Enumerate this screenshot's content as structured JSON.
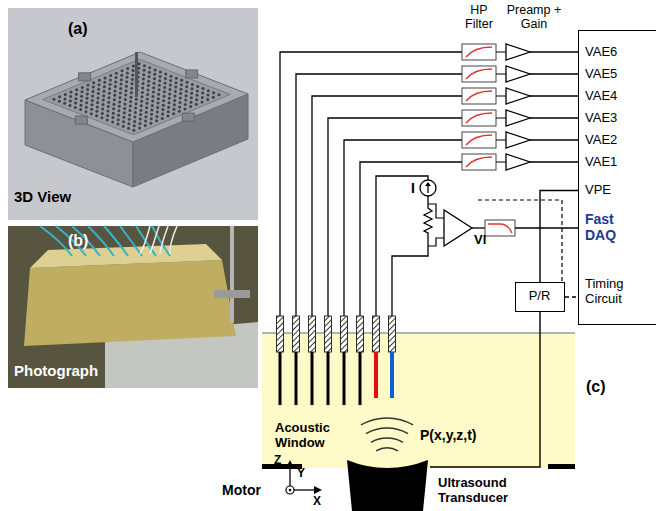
{
  "diagram": {
    "nodes": [
      {
        "text": [
          "VAE6",
          "VAE5",
          "VAE4",
          "VAE3",
          "VAE2",
          "VAE1",
          "VPE",
          "Fast DAQ",
          "Timing Circuit"
        ]
      },
      {
        "text": [
          "P/R"
        ]
      },
      {
        "text": [
          "Acoustic Window",
          "P(x,y,z,t)"
        ]
      },
      {
        "text": [
          "Ultrasound Transducer"
        ]
      }
    ],
    "edges": [
      {
        "from": 0,
        "to": 1,
        "arrow": "none"
      },
      {
        "from": 1,
        "to": 0,
        "arrow": "none"
      },
      {
        "from": 1,
        "to": 3,
        "arrow": "none"
      }
    ],
    "labels": [
      "(a)",
      "3D View",
      "(b)",
      "Photograph",
      "HP Filter",
      "Preamp + Gain",
      "I",
      "VI",
      "(c)",
      "Motor",
      "Z",
      "Y",
      "X"
    ]
  }
}
